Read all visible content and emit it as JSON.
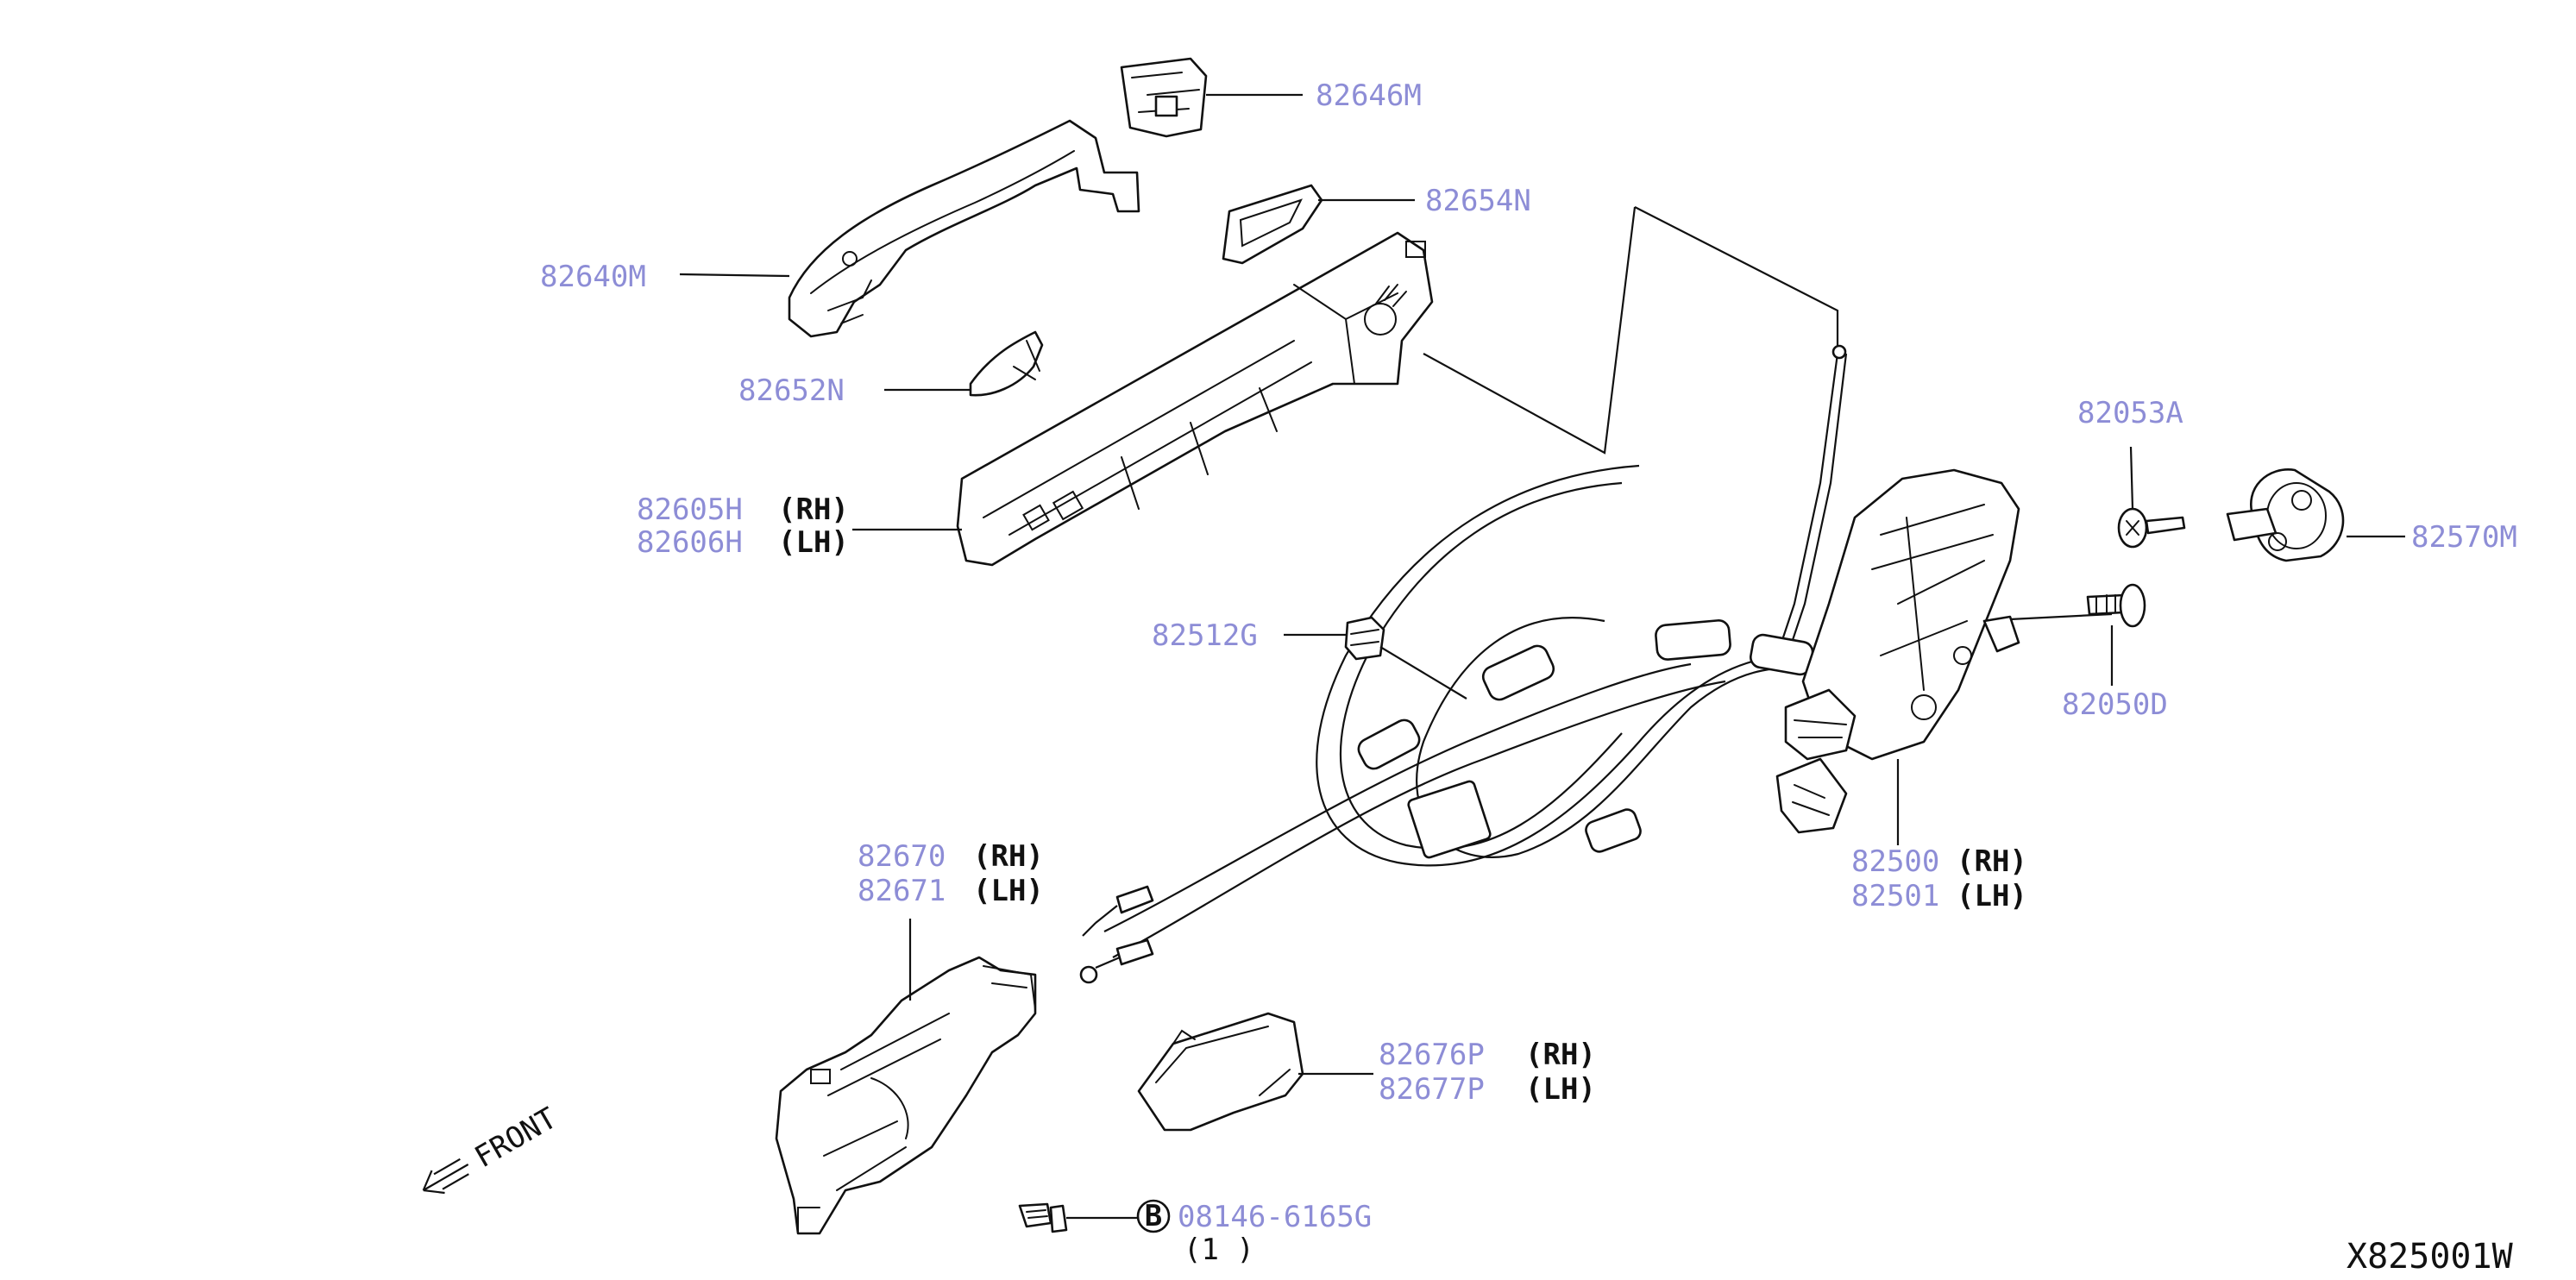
{
  "labels": {
    "p82646m": "82646M",
    "p82654n": "82654N",
    "p82640m": "82640M",
    "p82652n": "82652N",
    "p82605h": "82605H",
    "p82606h": "82606H",
    "p82053a": "82053A",
    "p82570m": "82570M",
    "p82050d": "82050D",
    "p82512g": "82512G",
    "p82500": "82500",
    "p82501": "82501",
    "p82670": "82670",
    "p82671": "82671",
    "p82676p": "82676P",
    "p82677p": "82677P",
    "p08146": "08146-6165G"
  },
  "sides": {
    "rh": "(RH)",
    "lh": "(LH)"
  },
  "bolt_badge": "B",
  "quantity": "(1 )",
  "front_label": "FRONT",
  "diagram_code": "X825001W",
  "colors": {
    "part_number": "#8d8dd6",
    "line": "#111111",
    "background": "#ffffff"
  }
}
